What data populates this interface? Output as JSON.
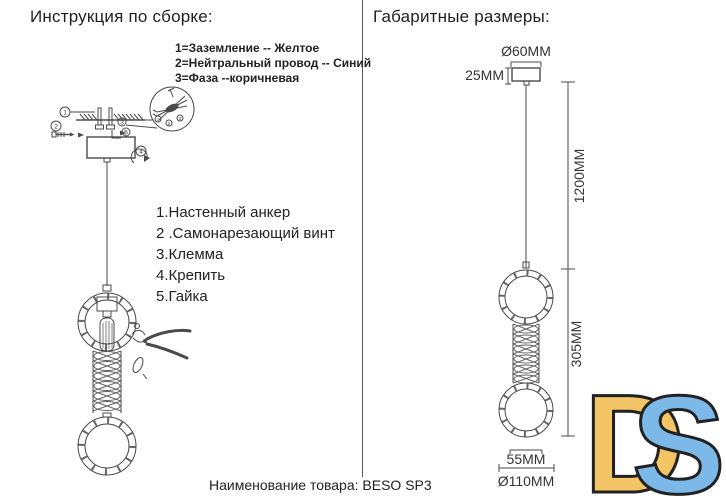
{
  "left_panel": {
    "title": "Инструкция по сборке:",
    "wiring_notes": [
      "1=Заземление -- Желтое",
      "2=Нейтральный провод -- Синий",
      "3=Фаза --коричневая"
    ],
    "parts_list": [
      "1.Настенный анкер",
      "2 .Самонарезающий винт",
      "3.Клемма",
      "4.Крепить",
      "5.Гайка"
    ],
    "callouts": [
      "1",
      "2",
      "3",
      "4",
      "5"
    ],
    "wire_labels": [
      "1",
      "2",
      "3"
    ]
  },
  "right_panel": {
    "title": "Габаритные размеры:",
    "dimensions": {
      "canopy_diameter": "Ø60MM",
      "canopy_height": "25MM",
      "cord_length": "1200MM",
      "body_height": "305MM",
      "ring_width": "55MM",
      "body_diameter": "Ø110MM"
    }
  },
  "footer": {
    "product_name": "Наименование товара: BESO SP3"
  },
  "logo": {
    "letter_d": "D",
    "letter_s": "S",
    "colors": {
      "d": "#F3C566",
      "s": "#7CB9E8",
      "outline": "#222222"
    }
  }
}
